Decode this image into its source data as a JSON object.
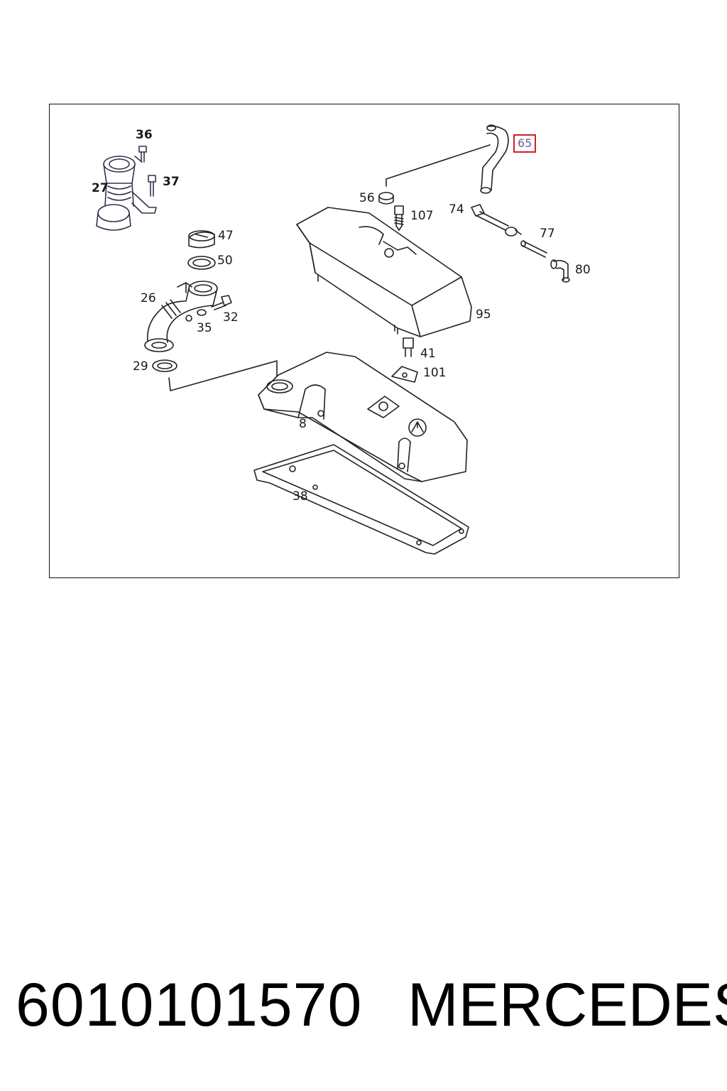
{
  "callouts": {
    "c36": "36",
    "c37": "37",
    "c27": "27",
    "c47": "47",
    "c50": "50",
    "c26": "26",
    "c32": "32",
    "c35": "35",
    "c29": "29",
    "c56": "56",
    "c107": "107",
    "c74": "74",
    "c65": "65",
    "c77": "77",
    "c80": "80",
    "c95": "95",
    "c41": "41",
    "c101": "101",
    "c8": "8",
    "c38": "38"
  },
  "highlight_color": "#d21f2b",
  "footer": {
    "part_number": "6010101570",
    "brand": "MERCEDES"
  }
}
